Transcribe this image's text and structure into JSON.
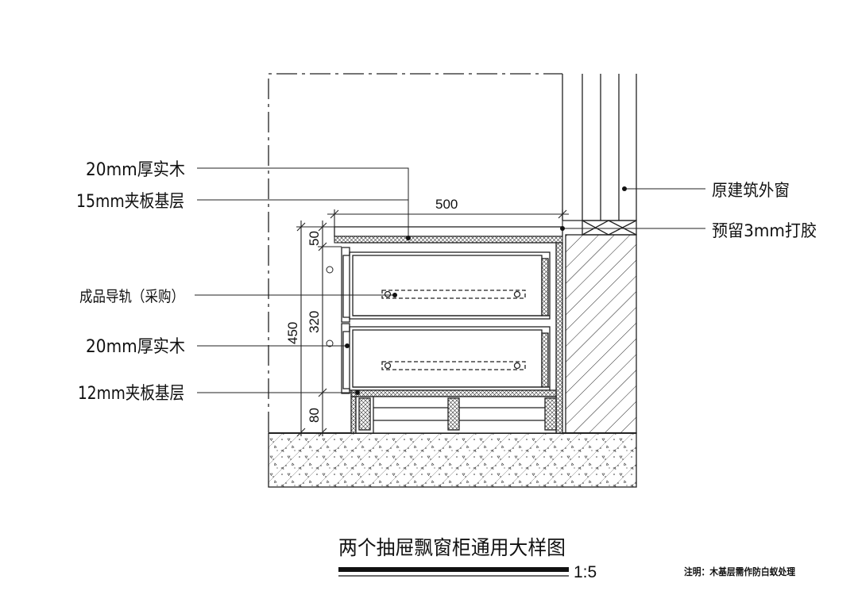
{
  "title": "两个抽屉飘窗柜通用大样图",
  "scale": "1:5",
  "note": "注明：木基层需作防白蚁处理",
  "labels_left": {
    "top_solid_wood": "20mm厚实木",
    "top_plywood": "15mm夹板基层",
    "rail": "成品导轨（采购）",
    "mid_solid_wood": "20mm厚实木",
    "bottom_plywood": "12mm夹板基层"
  },
  "labels_right": {
    "window": "原建筑外窗",
    "gap": "预留3mm打胶"
  },
  "dimensions": {
    "width": "500",
    "overall_height": "450",
    "top": "50",
    "drawers": "320",
    "base": "80"
  }
}
